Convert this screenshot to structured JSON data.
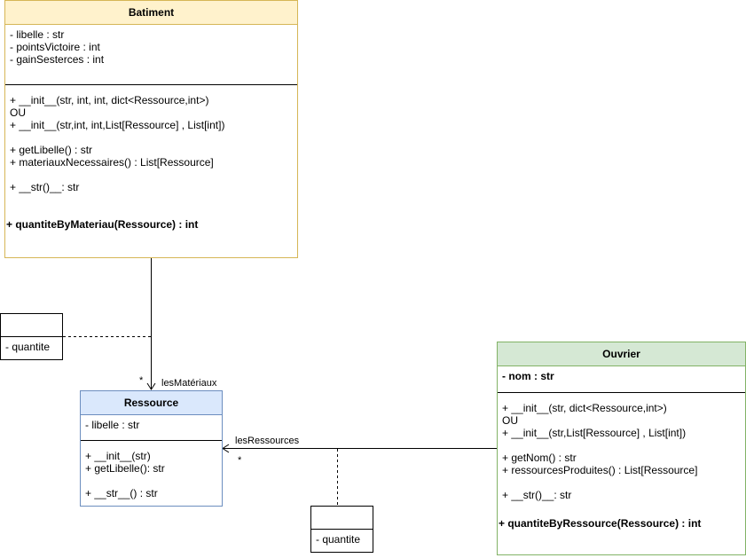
{
  "classes": {
    "batiment": {
      "name": "Batiment",
      "attributes": [
        "- libelle : str",
        "- pointsVictoire : int",
        "- gainSesterces : int"
      ],
      "methods": {
        "m1": "+ __init__(str, int, int, dict<Ressource,int>)",
        "m2": "OU",
        "m3": "+ __init__(str,int, int,List[Ressource] , List[int])",
        "m4": "+ getLibelle() : str",
        "m5": "+ materiauxNecessaires() : List[Ressource]",
        "m6": "+ __str()__: str",
        "m7": "+ quantiteByMateriau(Ressource) : int"
      },
      "header_color": "#fff2cc",
      "border_color": "#d6b656"
    },
    "ressource": {
      "name": "Ressource",
      "attributes": [
        "- libelle : str"
      ],
      "methods": {
        "m1": "+ __init__(str)",
        "m2": "+ getLibelle(): str",
        "m3": "+ __str__() : str"
      },
      "header_color": "#dae8fc",
      "border_color": "#6c8ebf"
    },
    "ouvrier": {
      "name": "Ouvrier",
      "attributes": [
        "- nom : str"
      ],
      "methods": {
        "m1": "+ __init__(str, dict<Ressource,int>)",
        "m2": "OU",
        "m3": "+ __init__(str,List[Ressource] , List[int])",
        "m4": "+ getNom() : str",
        "m5": "+ ressourcesProduites() : List[Ressource]",
        "m6": "+ __str()__: str",
        "m7": "+ quantiteByRessource(Ressource) : int"
      },
      "header_color": "#d5e8d4",
      "border_color": "#82b366"
    }
  },
  "association_classes": [
    {
      "name": "",
      "attribute": "- quantite"
    },
    {
      "name": "",
      "attribute": "- quantite"
    }
  ],
  "associations": {
    "batiment_ressource": {
      "role": "lesMatériaux",
      "multiplicity": "*"
    },
    "ouvrier_ressource": {
      "role": "lesRessources",
      "multiplicity": "*"
    }
  }
}
